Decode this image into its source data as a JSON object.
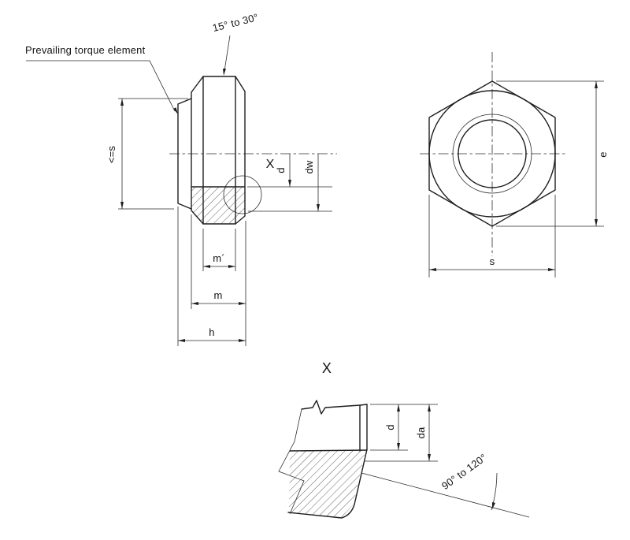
{
  "page": {
    "background": "#ffffff",
    "line_color": "#1e1e1e"
  },
  "side_view": {
    "callout_prevailing": "Prevailing torque element",
    "callout_chamfer_angle": "15° to 30°",
    "dim_s_max": "<=s",
    "dim_m_eff": "m´",
    "dim_m": "m",
    "dim_h": "h",
    "dim_d": "d",
    "dim_dw": "dw",
    "detail_ref": "X"
  },
  "front_view": {
    "dim_e": "e",
    "dim_s": "s"
  },
  "detail_view": {
    "title": "X",
    "dim_d": "d",
    "dim_da": "da",
    "dim_angle": "90° to 120°"
  }
}
